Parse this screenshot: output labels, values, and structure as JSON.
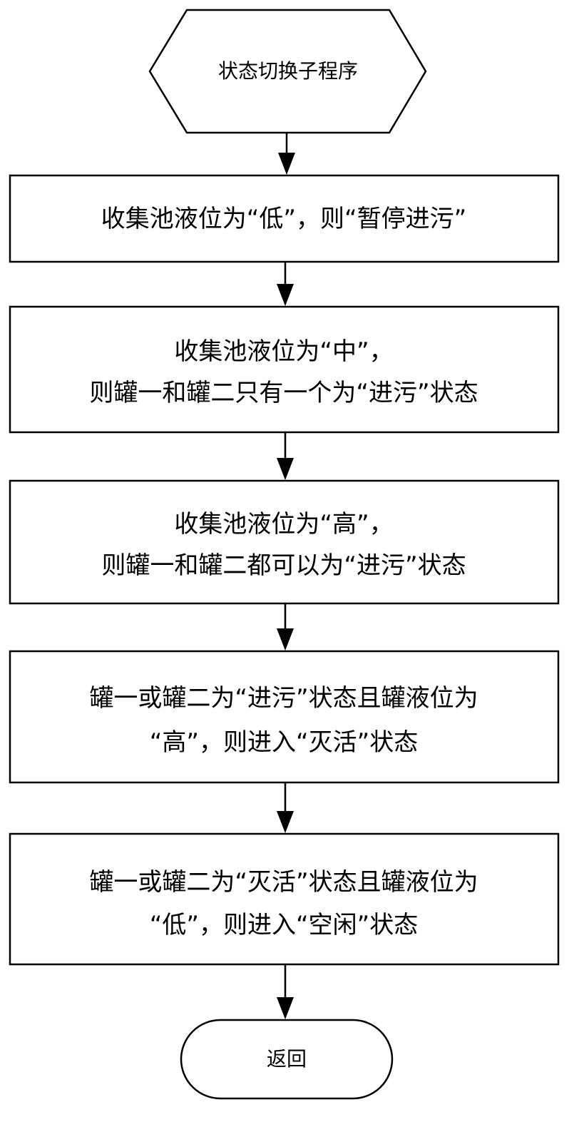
{
  "start": {
    "label": "状态切换子程序"
  },
  "steps": [
    {
      "lines": [
        "收集池液位为“低”，则“暂停进污”"
      ]
    },
    {
      "lines": [
        "收集池液位为“中”，",
        "则罐一和罐二只有一个为“进污”状态"
      ]
    },
    {
      "lines": [
        "收集池液位为“高”，",
        "则罐一和罐二都可以为“进污”状态"
      ]
    },
    {
      "lines": [
        "罐一或罐二为“进污”状态且罐液位为",
        "“高”，则进入“灭活”状态"
      ]
    },
    {
      "lines": [
        "罐一或罐二为“灭活”状态且罐液位为",
        "“低”，则进入“空闲”状态"
      ]
    }
  ],
  "end": {
    "label": "返回"
  }
}
